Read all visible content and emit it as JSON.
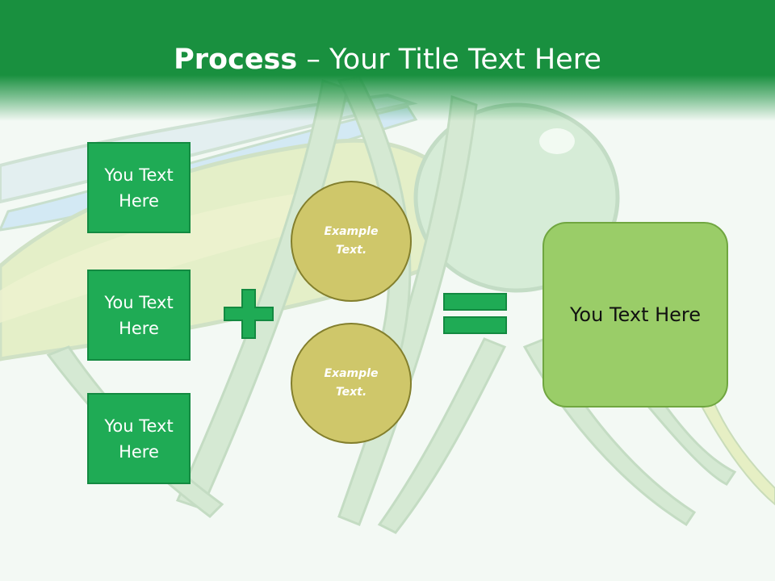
{
  "slide": {
    "title_bold": "Process",
    "title_rest": " – Your Title Text Here"
  },
  "inputs": [
    {
      "label": "You Text Here"
    },
    {
      "label": "You Text Here"
    },
    {
      "label": "You Text Here"
    }
  ],
  "circles": [
    {
      "label": "Example Text."
    },
    {
      "label": "Example Text."
    }
  ],
  "result": {
    "label": "You Text Here"
  },
  "colors": {
    "header": "#19903f",
    "box_fill": "#1fab55",
    "circle_fill": "#cfc76a",
    "result_fill": "#9acd68",
    "operator": "#1fab55"
  }
}
